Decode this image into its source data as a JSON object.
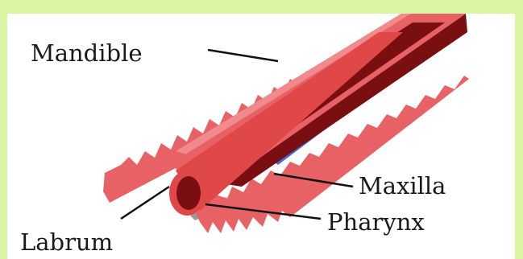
{
  "colors": {
    "frame_border": "#d9f5a3",
    "mandible_stylet": "#e86165",
    "mandible_dark": "#7a0f12",
    "maxilla_stylet": "#3d6de0",
    "labrum_tube": "#e04848",
    "pharynx": "#c8c8c8",
    "leader_line": "#111111"
  },
  "labels": {
    "mandible": "Mandible",
    "maxilla": "Maxilla",
    "pharynx": "Pharynx",
    "labrum": "Labrum"
  }
}
